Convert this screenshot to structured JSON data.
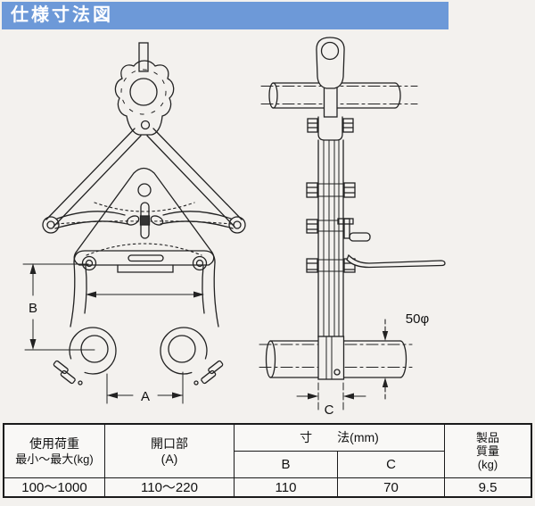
{
  "header": {
    "title": "仕様寸法図",
    "bg_color": "#6d99d8"
  },
  "drawing": {
    "front": {
      "dim_b": "B",
      "dim_a": "A"
    },
    "side": {
      "pipe_dia": "50φ",
      "dim_c": "C"
    }
  },
  "table": {
    "load_header_1": "使用荷重",
    "load_header_2": "最小～最大(kg)",
    "opening_header_1": "開口部",
    "opening_header_2": "(A)",
    "dims_header": "寸　　法(mm)",
    "dim_b_label": "B",
    "dim_c_label": "C",
    "mass_header_1": "製品",
    "mass_header_2": "質量",
    "mass_header_3": "(kg)",
    "row": {
      "load": "100～1000",
      "opening": "110～220",
      "b": "110",
      "c": "70",
      "mass": "9.5"
    }
  },
  "colors": {
    "line": "#222222",
    "paper": "#f3f1ee"
  }
}
